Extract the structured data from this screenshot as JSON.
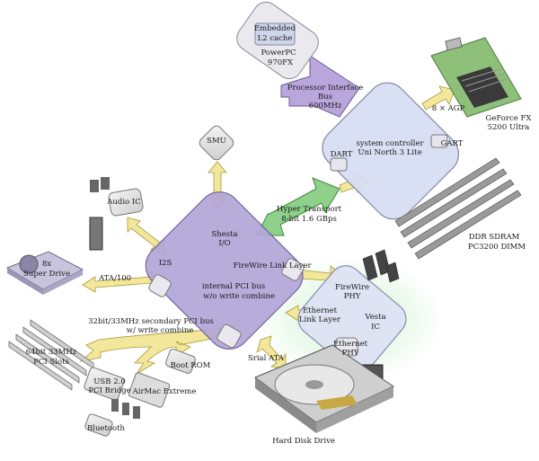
{
  "cpu": {
    "line1": "Embedded",
    "line2": "L2 cache",
    "line3": "PowerPC",
    "line4": "970FX"
  },
  "processor_bus": {
    "line1": "Processor Interface",
    "line2": "Bus",
    "line3": "600MHz"
  },
  "gpu": {
    "agp": "8 × AGP",
    "line1": "GeForce FX",
    "line2": "5200 Ultra"
  },
  "north_bridge": {
    "line1": "system controller",
    "line2": "Uni North 3 Lite",
    "dart": "DART",
    "gart": "GART"
  },
  "memory": {
    "line1": "DDR SDRAM",
    "line2": "PC3200 DIMM"
  },
  "smu": "SMU",
  "hyper_transport": {
    "line1": "Hyper Transport",
    "line2": "8-bit 1.6 GBps"
  },
  "south_bridge": {
    "title1": "Shesta",
    "title2": "I/O",
    "i2s": "I2S",
    "firewire": "FireWire Link Layer",
    "pci1": "internal PCI bus",
    "pci2": "w/o write combine"
  },
  "audio": "Audio IC",
  "super_drive": {
    "line1": "8x",
    "line2": "Super Drive"
  },
  "ata": "ATA/100",
  "pci_secondary": {
    "line1": "32bit/33MHz secondary PCI bus",
    "line2": "w/ write combine"
  },
  "pci_slots": {
    "line1": "64bit 33MHz",
    "line2": "PCI Slots"
  },
  "usb_bridge": {
    "line1": "USB 2.0",
    "line2": "PCI Bridge"
  },
  "airmac": "AirMac Extreme",
  "boot_rom": "Boot ROM",
  "bluetooth": "Bluetooth",
  "vesta": {
    "firewire1": "FireWire",
    "firewire2": "PHY",
    "ethernet1": "Ethernet",
    "ethernet2": "Link Layer",
    "title1": "Vesta",
    "title2": "IC",
    "phy1": "Ethernet",
    "phy2": "PHY"
  },
  "serial_ata": "Srial ATA",
  "hdd": "Hard Disk Drive"
}
